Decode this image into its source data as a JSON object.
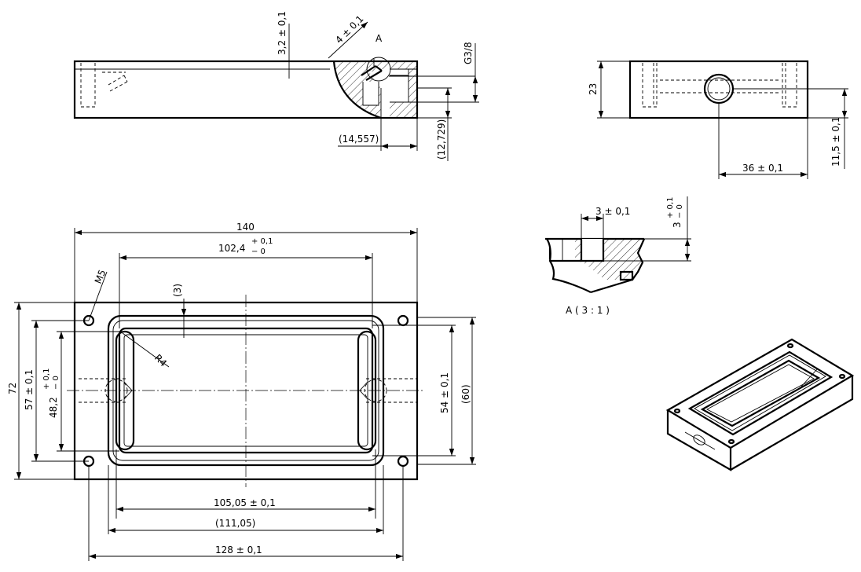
{
  "top_view": {
    "dim_3_2": "3,2 ± 0,1",
    "dim_4": "4 ± 0,1",
    "detail_ref": "A",
    "thread": "G3/8",
    "dim_14_557": "(14,557)",
    "dim_12_729": "(12,729)"
  },
  "side_view": {
    "dim_23": "23",
    "dim_11_5": "11,5 ± 0,1",
    "dim_36": "36 ± 0,1"
  },
  "detail_view": {
    "dim_3": "3 ± 0,1",
    "dim_3_tol_base": "3",
    "tol_plus": "+ 0,1",
    "tol_minus": "− 0",
    "caption": "A ( 3 : 1 )"
  },
  "front_view": {
    "dim_140": "140",
    "dim_102_4": "102,4",
    "tol_plus": "+ 0,1",
    "tol_minus": "− 0",
    "dim_3_paren": "(3)",
    "thread_m5": "M5",
    "radius_r4": "R4",
    "dim_72": "72",
    "dim_57": "57 ± 0,1",
    "dim_48_2": "48,2",
    "dim_54": "54 ± 0,1",
    "dim_60": "(60)",
    "dim_105_05": "105,05 ± 0,1",
    "dim_111_05": "(111,05)",
    "dim_128": "128 ± 0,1"
  }
}
